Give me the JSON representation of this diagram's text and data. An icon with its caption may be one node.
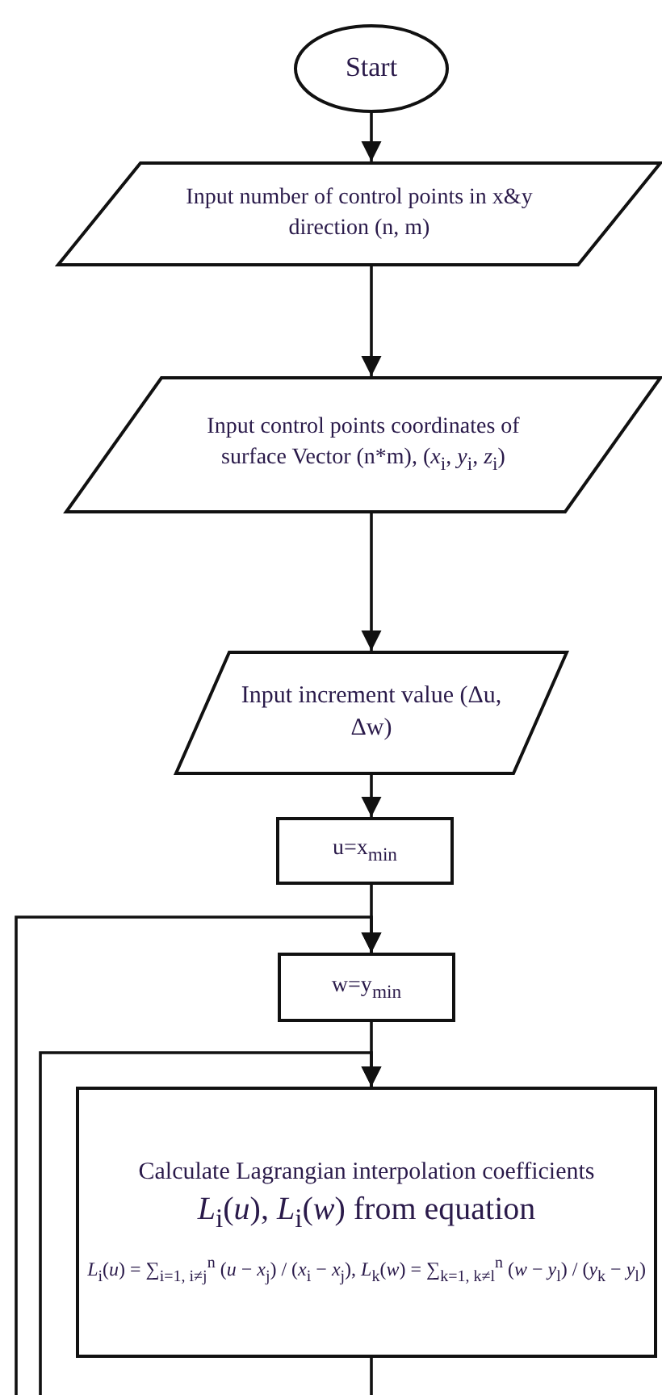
{
  "diagram": {
    "nodes": [
      {
        "text": [
          "Start"
        ]
      },
      {
        "text": [
          "Input number of control points in x&y direction (n, m)"
        ]
      },
      {
        "text": [
          "Input control points coordinates of surface Vector (n*m), (*x*$_{i}$, *y*$_{i}$, *z*$_{i}$)"
        ]
      },
      {
        "text": [
          "Input increment value (Δu, Δw)"
        ]
      },
      {
        "text": [
          "u=x$_{min}$"
        ]
      },
      {
        "text": [
          "w=y$_{min}$"
        ]
      },
      {
        "text": [
          "Calculate Lagrangian interpolation coefficients",
          "*L*$_{i}$(*u*), *L*$_{i}$(*w*) from equation",
          "*L*$_{i}$(*u*) = ∑$_{i=1, i≠j}$$^{n}$ (*u* − *x*$_{j}$) / (*x*$_{i}$ − *x*$_{j}$), *L*$_{k}$(*w*) = ∑$_{k=1, k≠l}$$^{n}$ (*w* − *y*$_{l}$) / (*y*$_{k}$ − *y*$_{l}$)"
        ]
      }
    ],
    "edges": [
      {
        "from": 0,
        "to": 1,
        "arrow": "to"
      },
      {
        "from": 1,
        "to": 2,
        "arrow": "to"
      },
      {
        "from": 2,
        "to": 3,
        "arrow": "to"
      },
      {
        "from": 3,
        "to": 4,
        "arrow": "to"
      },
      {
        "from": 4,
        "to": 5,
        "arrow": "to"
      },
      {
        "from": null,
        "to": 5,
        "arrow": "to"
      },
      {
        "from": 5,
        "to": 6,
        "arrow": "to"
      },
      {
        "from": null,
        "to": 6,
        "arrow": "to"
      },
      {
        "from": 6,
        "to": null,
        "arrow": "none"
      }
    ]
  }
}
